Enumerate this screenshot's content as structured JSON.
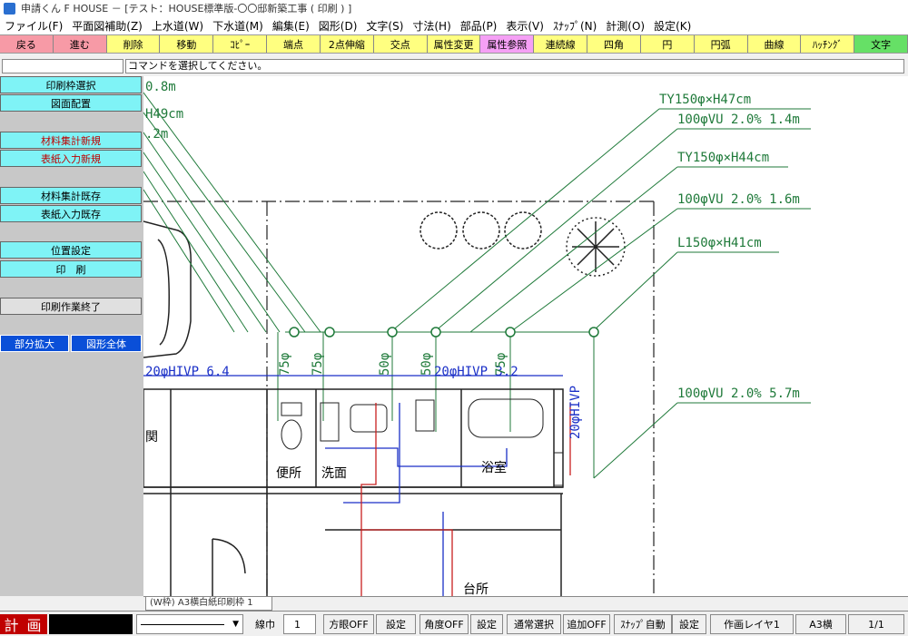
{
  "window": {
    "title": "申請くん F HOUSE － [テスト：HOUSE標準版-〇〇邸新築工事 ( 印刷 ) ]"
  },
  "menu": [
    "ファイル(F)",
    "平面図補助(Z)",
    "上水道(W)",
    "下水道(M)",
    "編集(E)",
    "図形(D)",
    "文字(S)",
    "寸法(H)",
    "部品(P)",
    "表示(V)",
    "ｽﾅｯﾌﾟ(N)",
    "計測(O)",
    "設定(K)"
  ],
  "toolbar": [
    {
      "label": "戻る",
      "color": "#f79aa6"
    },
    {
      "label": "進む",
      "color": "#f79aa6"
    },
    {
      "label": "削除",
      "color": "#ffff80"
    },
    {
      "label": "移動",
      "color": "#ffff80"
    },
    {
      "label": "ｺﾋﾟｰ",
      "color": "#ffff80"
    },
    {
      "label": "端点",
      "color": "#ffff80"
    },
    {
      "label": "2点伸縮",
      "color": "#ffff80"
    },
    {
      "label": "交点",
      "color": "#ffff80"
    },
    {
      "label": "属性変更",
      "color": "#ffff80"
    },
    {
      "label": "属性参照",
      "color": "#f5a0f5"
    },
    {
      "label": "連続線",
      "color": "#ffff80"
    },
    {
      "label": "四角",
      "color": "#ffff80"
    },
    {
      "label": "円",
      "color": "#ffff80"
    },
    {
      "label": "円弧",
      "color": "#ffff80"
    },
    {
      "label": "曲線",
      "color": "#ffff80"
    },
    {
      "label": "ﾊｯﾁﾝｸﾞ",
      "color": "#ffff80"
    },
    {
      "label": "文字",
      "color": "#66e066"
    }
  ],
  "status_message": "コマンドを選択してください。",
  "left_panel": {
    "print_frame_select": "印刷枠選択",
    "figure_place": "図面配置",
    "material_new": "材料集計新規",
    "cover_new": "表紙入力新規",
    "material_existing": "材料集計既存",
    "cover_existing": "表紙入力既存",
    "position_setting": "位置設定",
    "print": "印　刷",
    "print_end": "印刷作業終了",
    "partial_zoom": "部分拡大",
    "whole_figure": "図形全体"
  },
  "drawing": {
    "labels": {
      "l08": "0.8m",
      "h49": "H49cm",
      "l2m": ".2m",
      "ty47": "TY150φ×H47cm",
      "vu14": "100φVU 2.0% 1.4m",
      "ty44": "TY150φ×H44cm",
      "vu16": "100φVU 2.0% 1.6m",
      "l41": "L150φ×H41cm",
      "vu57": "100φVU 2.0% 5.7m",
      "hivp64": "20φHIVP 6.4",
      "hivp32": "20φHIVP 3.2",
      "hivp_v": "20φHIVP",
      "p75a": "75φ",
      "p75b": "75φ",
      "p50a": "50φ",
      "p50b": "50φ",
      "p75c": "75φ",
      "room_toilet": "便所",
      "room_wash": "洗面",
      "room_bath": "浴室",
      "room_kitchen": "台所",
      "room_entrance": "関"
    }
  },
  "tab": "(W枠) A3横白紙印刷枠 1",
  "bottom": {
    "plan": "計 画",
    "linewidth_label": "線巾",
    "linewidth_value": "1",
    "grid": "方眼OFF",
    "grid_setting": "設定",
    "angle": "角度OFF",
    "angle_setting": "設定",
    "select_mode": "通常選択",
    "add_mode": "追加OFF",
    "snap": "ｽﾅｯﾌﾟ自動",
    "snap_setting": "設定",
    "layer": "作画レイヤ1",
    "paper": "A3横",
    "page": "1/1"
  }
}
